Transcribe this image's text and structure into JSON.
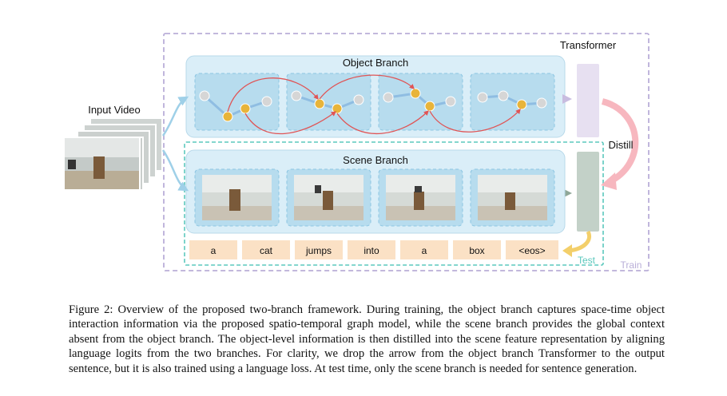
{
  "figure": {
    "input_label": "Input Video",
    "object_branch_title": "Object Branch",
    "scene_branch_title": "Scene Branch",
    "transformer_label": "Transformer",
    "distill_label": "Distill",
    "test_label": "Test",
    "train_label": "Train",
    "sentence_tokens": [
      "a",
      "cat",
      "jumps",
      "into",
      "a",
      "box",
      "<eos>"
    ],
    "colors": {
      "train_border": "#b9aed8",
      "test_border": "#5cc8bd",
      "branch_fill": "#daeef8",
      "panel_fill": "#b7dcee",
      "token_fill": "#fbe1c5",
      "transformer_top": "#e7e0f1",
      "transformer_bottom": "#c3d1c8",
      "node_active": "#e8b43a",
      "node_inactive": "#d6d6d6",
      "graph_edge": "#8fbde2",
      "temporal_edge": "#e05455",
      "distill_arrow": "#f7b7bf",
      "test_arrow": "#f3cf6a"
    }
  },
  "caption": {
    "label": "Figure 2:",
    "text": "Overview of the proposed two-branch framework. During training, the object branch captures space-time object interaction information via the proposed spatio-temporal graph model, while the scene branch provides the global context absent from the object branch. The object-level information is then distilled into the scene feature representation by aligning language logits from the two branches. For clarity, we drop the arrow from the object branch Transformer to the output sentence, but it is also trained using a language loss. At test time, only the scene branch is needed for sentence generation."
  }
}
